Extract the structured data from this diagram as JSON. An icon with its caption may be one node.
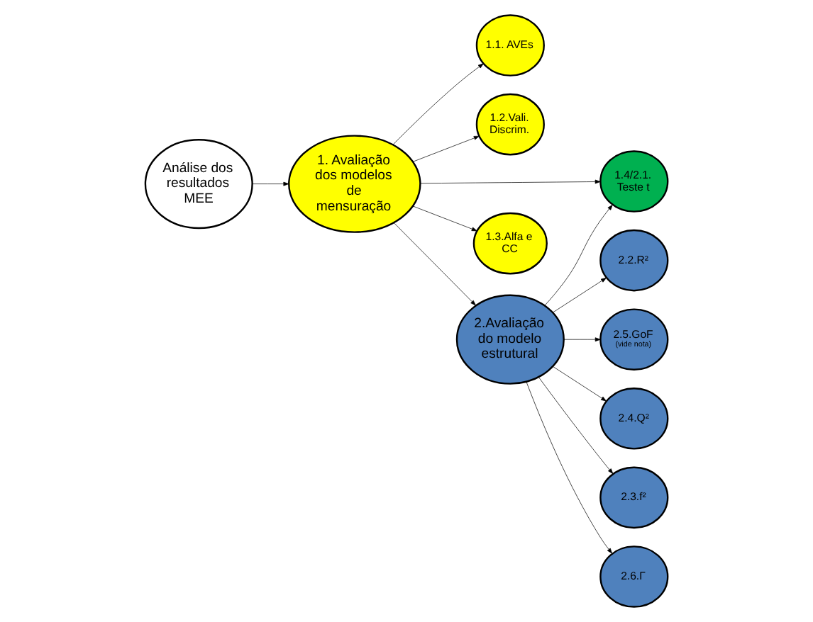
{
  "diagram": {
    "nodes": [
      {
        "text": [
          "Análise dos resultados MEE"
        ]
      },
      {
        "text": [
          "1. Avaliação dos modelos de mensuração"
        ]
      },
      {
        "text": [
          "1.1. AVEs"
        ]
      },
      {
        "text": [
          "1.2.Vali. Discrim."
        ]
      },
      {
        "text": [
          "1.4/2.1. Teste t"
        ]
      },
      {
        "text": [
          "1.3.Alfa e CC"
        ]
      },
      {
        "text": [
          "2.Avaliação do modelo estrutural"
        ]
      },
      {
        "text": [
          "2.2.R²"
        ]
      },
      {
        "text": [
          "2.5.GoF",
          "(vide nota)"
        ]
      },
      {
        "text": [
          "2.4.Q²"
        ]
      },
      {
        "text": [
          "2.3.f²"
        ]
      },
      {
        "text": [
          "2.6.Γ"
        ]
      }
    ],
    "edges": [
      {
        "from": 0,
        "to": 1,
        "arrow": "to"
      },
      {
        "from": 1,
        "to": 2,
        "arrow": "to"
      },
      {
        "from": 1,
        "to": 3,
        "arrow": "to"
      },
      {
        "from": 1,
        "to": 4,
        "arrow": "to"
      },
      {
        "from": 1,
        "to": 5,
        "arrow": "to"
      },
      {
        "from": 1,
        "to": 6,
        "arrow": "to"
      },
      {
        "from": 6,
        "to": 4,
        "arrow": "to"
      },
      {
        "from": 6,
        "to": 7,
        "arrow": "to"
      },
      {
        "from": 6,
        "to": 8,
        "arrow": "to"
      },
      {
        "from": 6,
        "to": 9,
        "arrow": "to"
      },
      {
        "from": 6,
        "to": 10,
        "arrow": "to"
      },
      {
        "from": 6,
        "to": 11,
        "arrow": "to"
      }
    ]
  }
}
